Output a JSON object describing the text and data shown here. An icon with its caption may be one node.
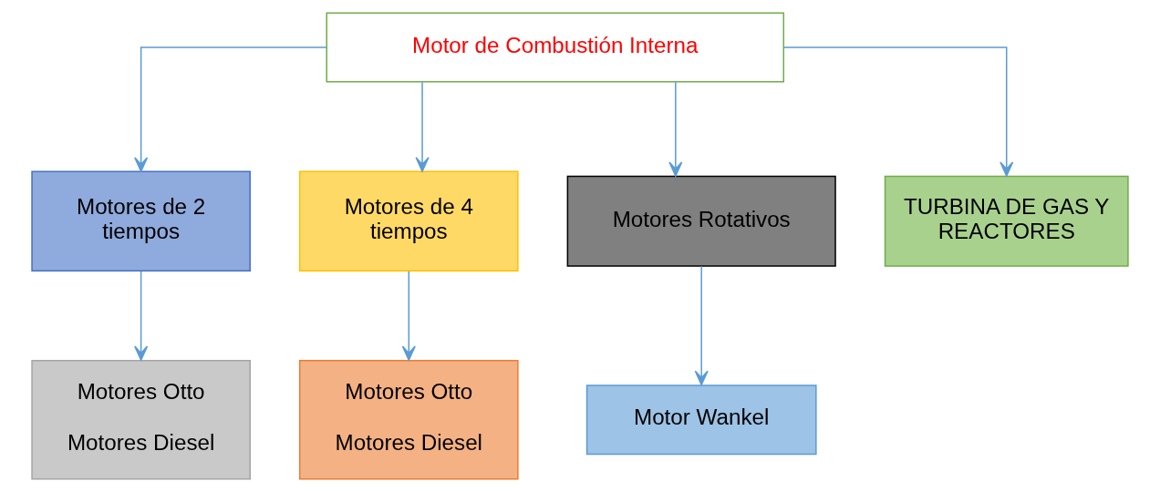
{
  "diagram": {
    "nodes": [
      {
        "text": [
          "Motor de Combustión Interna"
        ]
      },
      {
        "text": [
          "Motores de 2 tiempos"
        ]
      },
      {
        "text": [
          "Motores de 4 tiempos"
        ]
      },
      {
        "text": [
          "Motores Rotativos"
        ]
      },
      {
        "text": [
          "TURBINA DE GAS Y REACTORES"
        ]
      },
      {
        "text": [
          "Motores Otto",
          "Motores Diesel"
        ]
      },
      {
        "text": [
          "Motores Otto",
          "Motores Diesel"
        ]
      },
      {
        "text": [
          "Motor Wankel"
        ]
      }
    ],
    "edges": [
      {
        "from": 0,
        "to": 1,
        "arrow": "to"
      },
      {
        "from": 0,
        "to": 2,
        "arrow": "to"
      },
      {
        "from": 0,
        "to": 3,
        "arrow": "to"
      },
      {
        "from": 0,
        "to": 4,
        "arrow": "to"
      },
      {
        "from": 1,
        "to": 5,
        "arrow": "to"
      },
      {
        "from": 2,
        "to": 6,
        "arrow": "to"
      },
      {
        "from": 3,
        "to": 7,
        "arrow": "to"
      }
    ]
  }
}
